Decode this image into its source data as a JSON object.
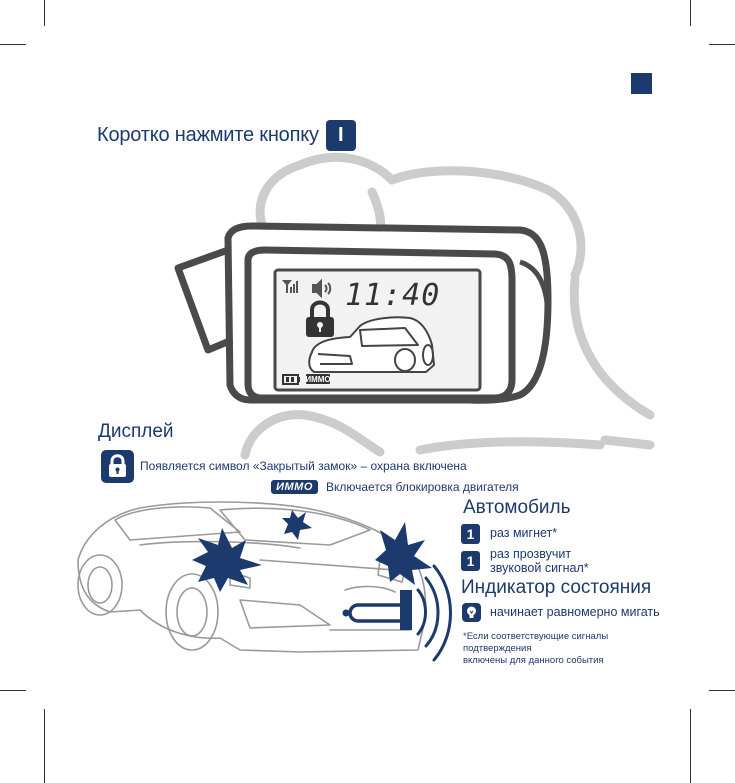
{
  "colors": {
    "brand": "#1d3a6e",
    "lcd_bg": "#f2f2f2",
    "outline": "#4a4a4a",
    "sketch": "#cccccc"
  },
  "header": {
    "instruction": "Коротко нажмите кнопку",
    "button_label": "I"
  },
  "lcd": {
    "time": "11:40",
    "immo_label": "ИММО"
  },
  "display": {
    "title": "Дисплей",
    "lock_line": "Появляется символ «Закрытый замок» – охрана включена",
    "immo_badge": "ИММО",
    "immo_line": "Включается блокировка двигателя"
  },
  "car": {
    "title": "Автомобиль",
    "blink_count": "1",
    "blink_text": "раз мигнет*",
    "sound_count": "1",
    "sound_line1": "раз прозвучит",
    "sound_line2": "звуковой сигнал*"
  },
  "indicator": {
    "title": "Индикатор состояния",
    "text": "начинает равномерно мигать",
    "icon": "bulb-icon"
  },
  "footnote": {
    "line1": "*Если соответствующие сигналы подтверждения",
    "line2": "включены для данного события"
  }
}
